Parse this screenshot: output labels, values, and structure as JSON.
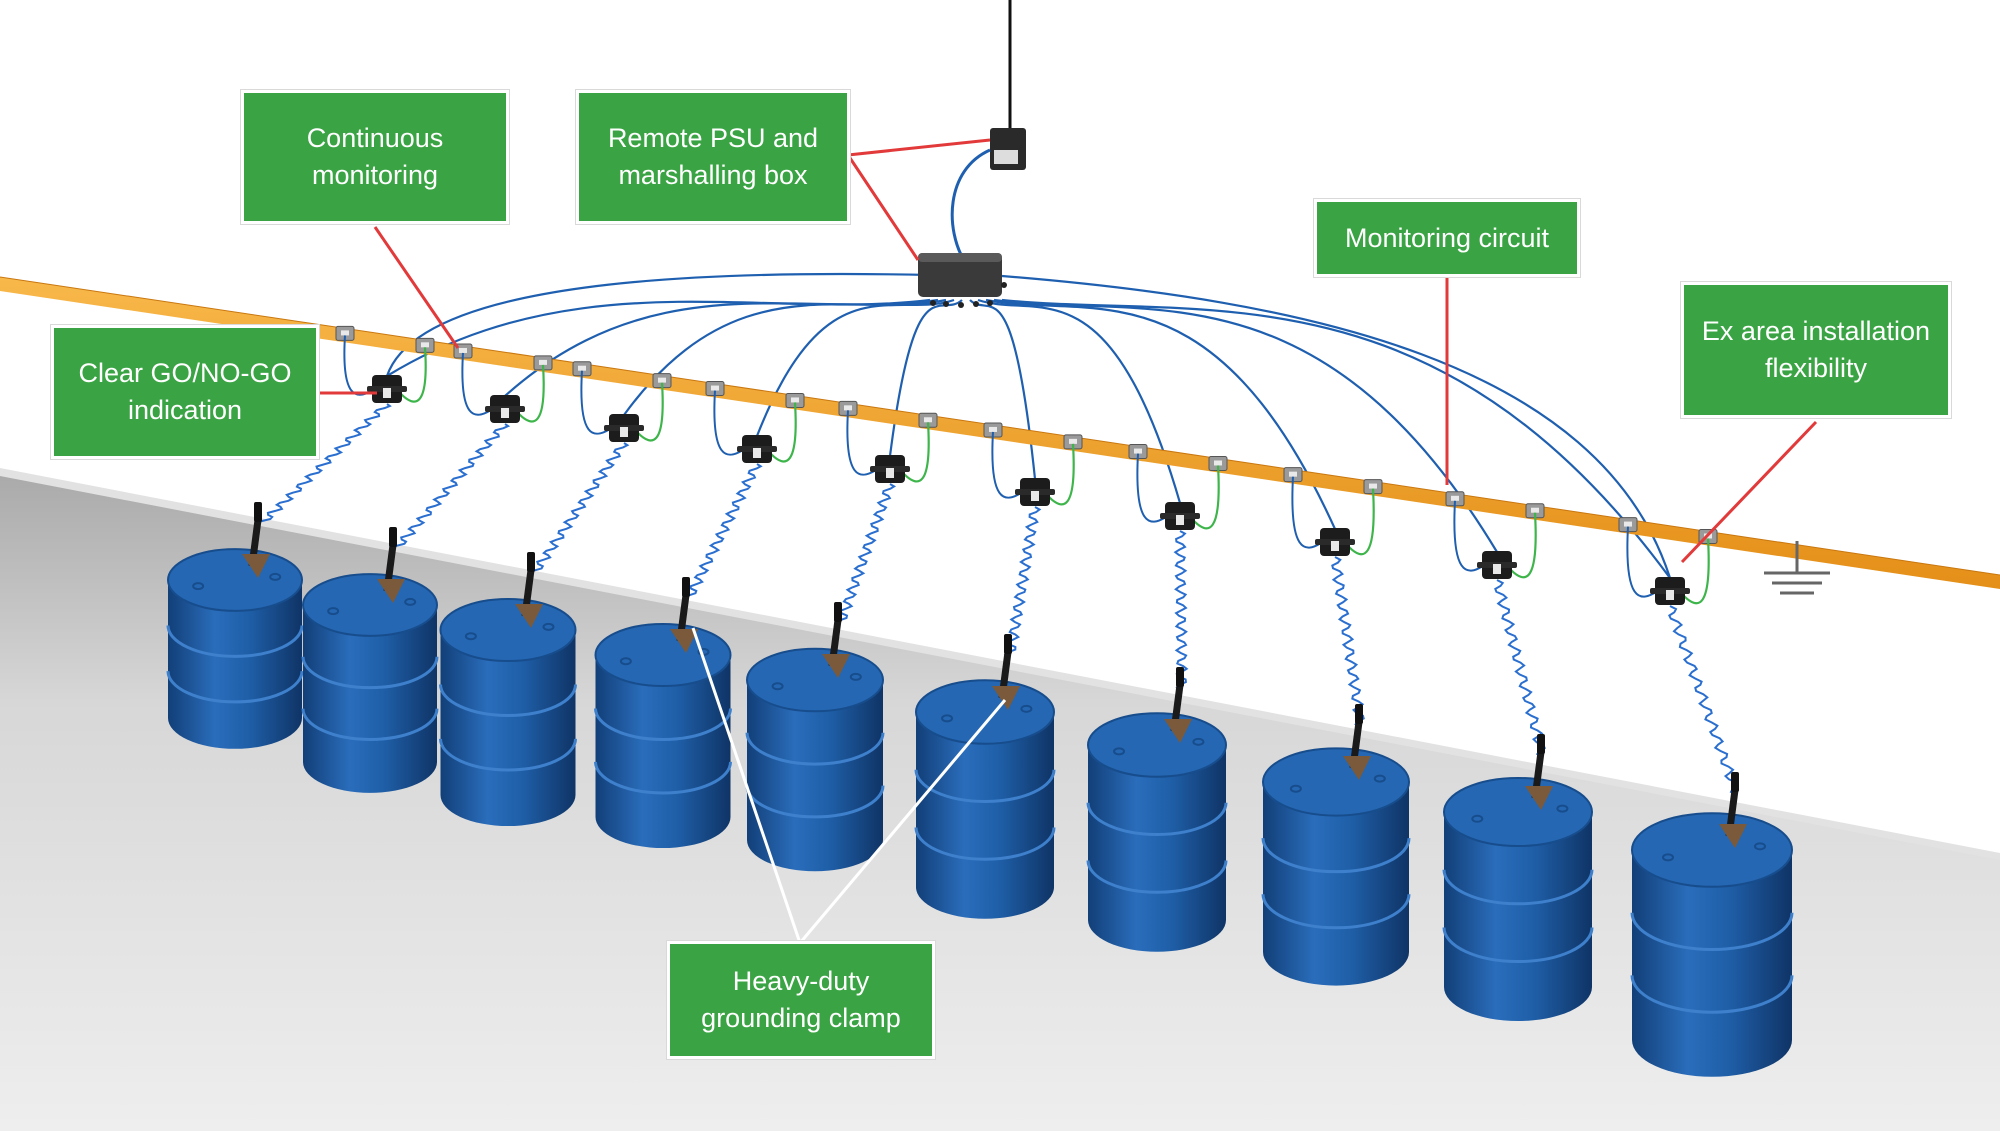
{
  "colors": {
    "callout_green": "#3aa444",
    "callout_text": "#ffffff",
    "pointer_red": "#e23a3a",
    "pointer_white": "#ffffff",
    "ground_bar_orange": "#f4a12a",
    "drum_blue": "#1f5fa8",
    "monitor_cable_blue": "#1f5fb0",
    "bond_wire_green": "#3db54a",
    "floor_grey": "#c9c9c9"
  },
  "icons": {
    "ground": "earth-ground-symbol",
    "monitor_unit": "monitoring-unit-box",
    "marshalling_box": "marshalling-box",
    "psu": "psu-box"
  },
  "callouts": {
    "continuous_monitoring": {
      "line1": "Continuous",
      "line2": "monitoring"
    },
    "remote_psu": {
      "line1": "Remote PSU and",
      "line2": "marshalling box"
    },
    "monitoring_circuit": {
      "line1": "Monitoring circuit"
    },
    "ex_area": {
      "line1": "Ex area installation",
      "line2": "flexibility"
    },
    "go_no_go": {
      "line1": "Clear GO/NO-GO",
      "line2": "indication"
    },
    "clamp": {
      "line1": "Heavy-duty",
      "line2": "grounding clamp"
    }
  },
  "scene": {
    "drum_count": 10,
    "monitor_unit_count": 10
  }
}
